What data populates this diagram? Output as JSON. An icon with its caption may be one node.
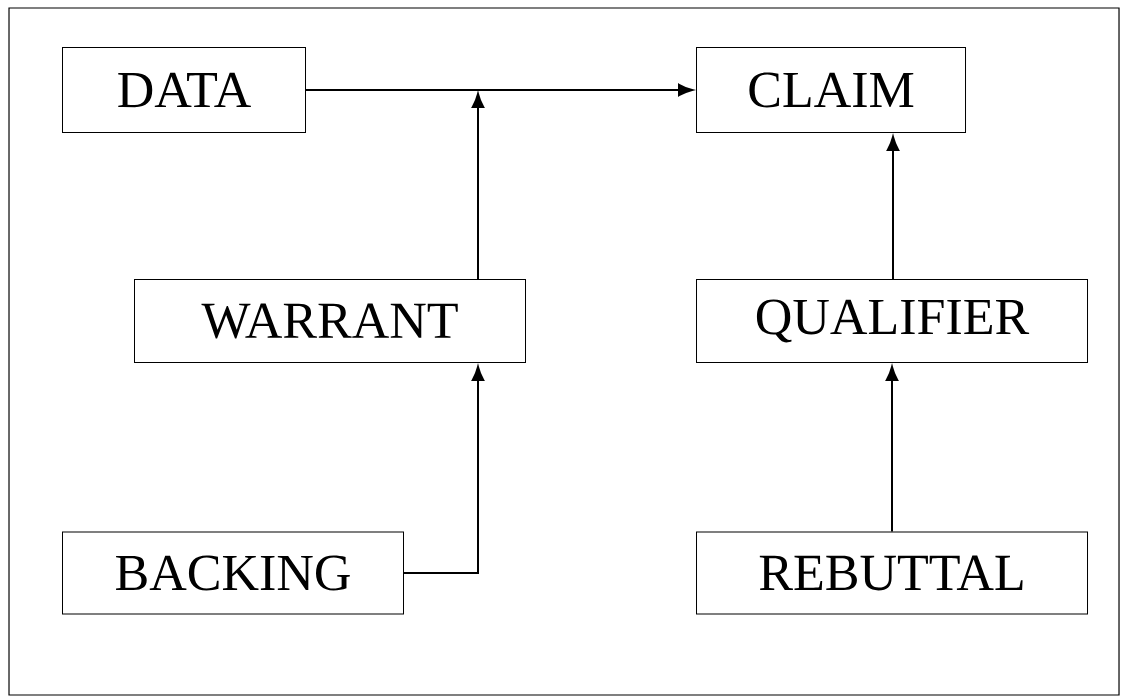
{
  "diagram": {
    "nodes": [
      {
        "text": [
          "DATA"
        ]
      },
      {
        "text": [
          "CLAIM"
        ]
      },
      {
        "text": [
          "WARRANT"
        ]
      },
      {
        "text": [
          "QUALIFIER"
        ]
      },
      {
        "text": [
          "BACKING"
        ]
      },
      {
        "text": [
          "REBUTTAL"
        ]
      }
    ],
    "edges": [
      {
        "from": 0,
        "to": 1,
        "arrow": "to"
      },
      {
        "from": 2,
        "to": null,
        "arrow": "to"
      },
      {
        "from": 4,
        "to": 2,
        "arrow": "to"
      },
      {
        "from": 3,
        "to": 1,
        "arrow": "to"
      },
      {
        "from": 5,
        "to": 3,
        "arrow": "to"
      }
    ]
  }
}
